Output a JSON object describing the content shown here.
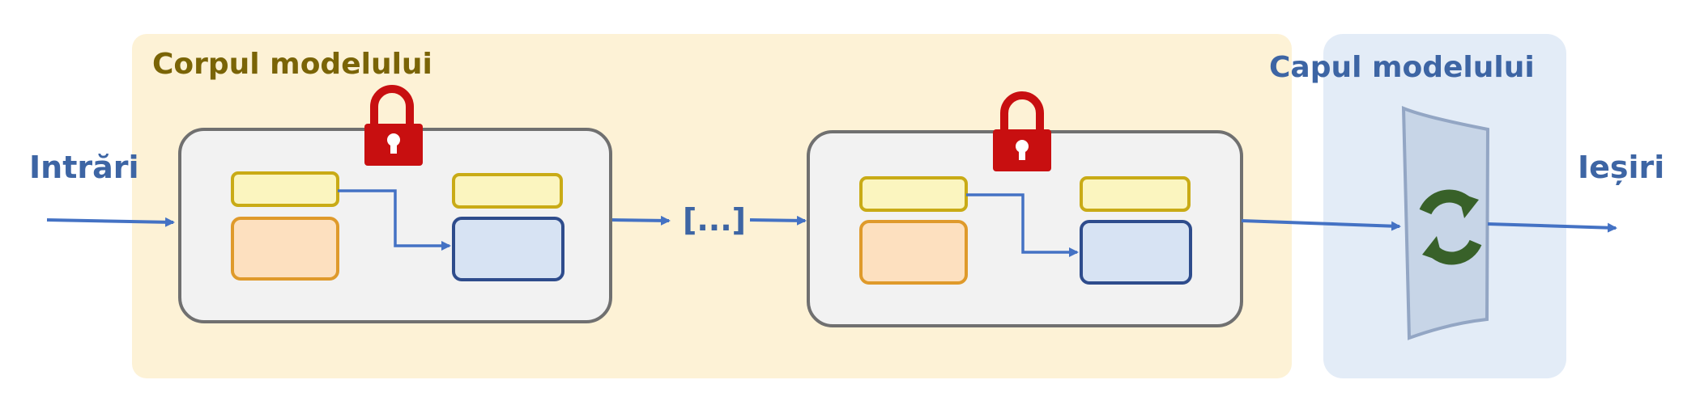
{
  "labels": {
    "inputs": "Intrări",
    "outputs": "Ieșiri",
    "ellipsis": "[...]",
    "body_region": "Corpul modelului",
    "head_region": "Capul modelului"
  },
  "colors": {
    "body_bg": "#fdf2d6",
    "head_bg": "#e3ecf7",
    "body_text": "#7a6406",
    "blue_text": "#3d65a4",
    "arrow": "#4472c4",
    "lock": "#c80f10",
    "refresh": "#386129",
    "block_yellow": "#fbf5bf",
    "block_orange": "#fde0bf",
    "block_blue": "#d7e3f3"
  },
  "icons": {
    "lock_1": "lock-icon",
    "lock_2": "lock-icon",
    "head_symbol": "refresh-icon"
  }
}
